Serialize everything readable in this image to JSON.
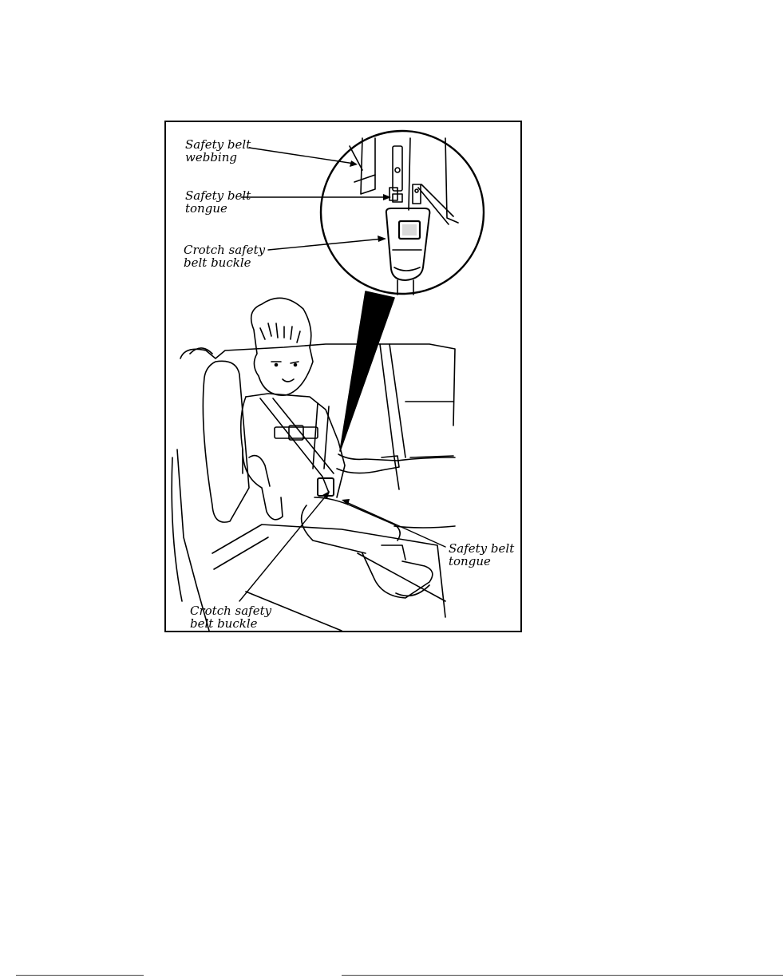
{
  "figure": {
    "callouts": {
      "webbing": [
        "Safety belt",
        "webbing"
      ],
      "tongue_top": [
        "Safety belt",
        "tongue"
      ],
      "buckle_top": [
        "Crotch safety",
        "belt buckle"
      ],
      "tongue_bottom": [
        "Safety belt",
        "tongue"
      ],
      "buckle_bottom": [
        "Crotch safety",
        "belt buckle"
      ]
    }
  },
  "colors": {
    "ink": "#000000",
    "paper": "#ffffff"
  }
}
